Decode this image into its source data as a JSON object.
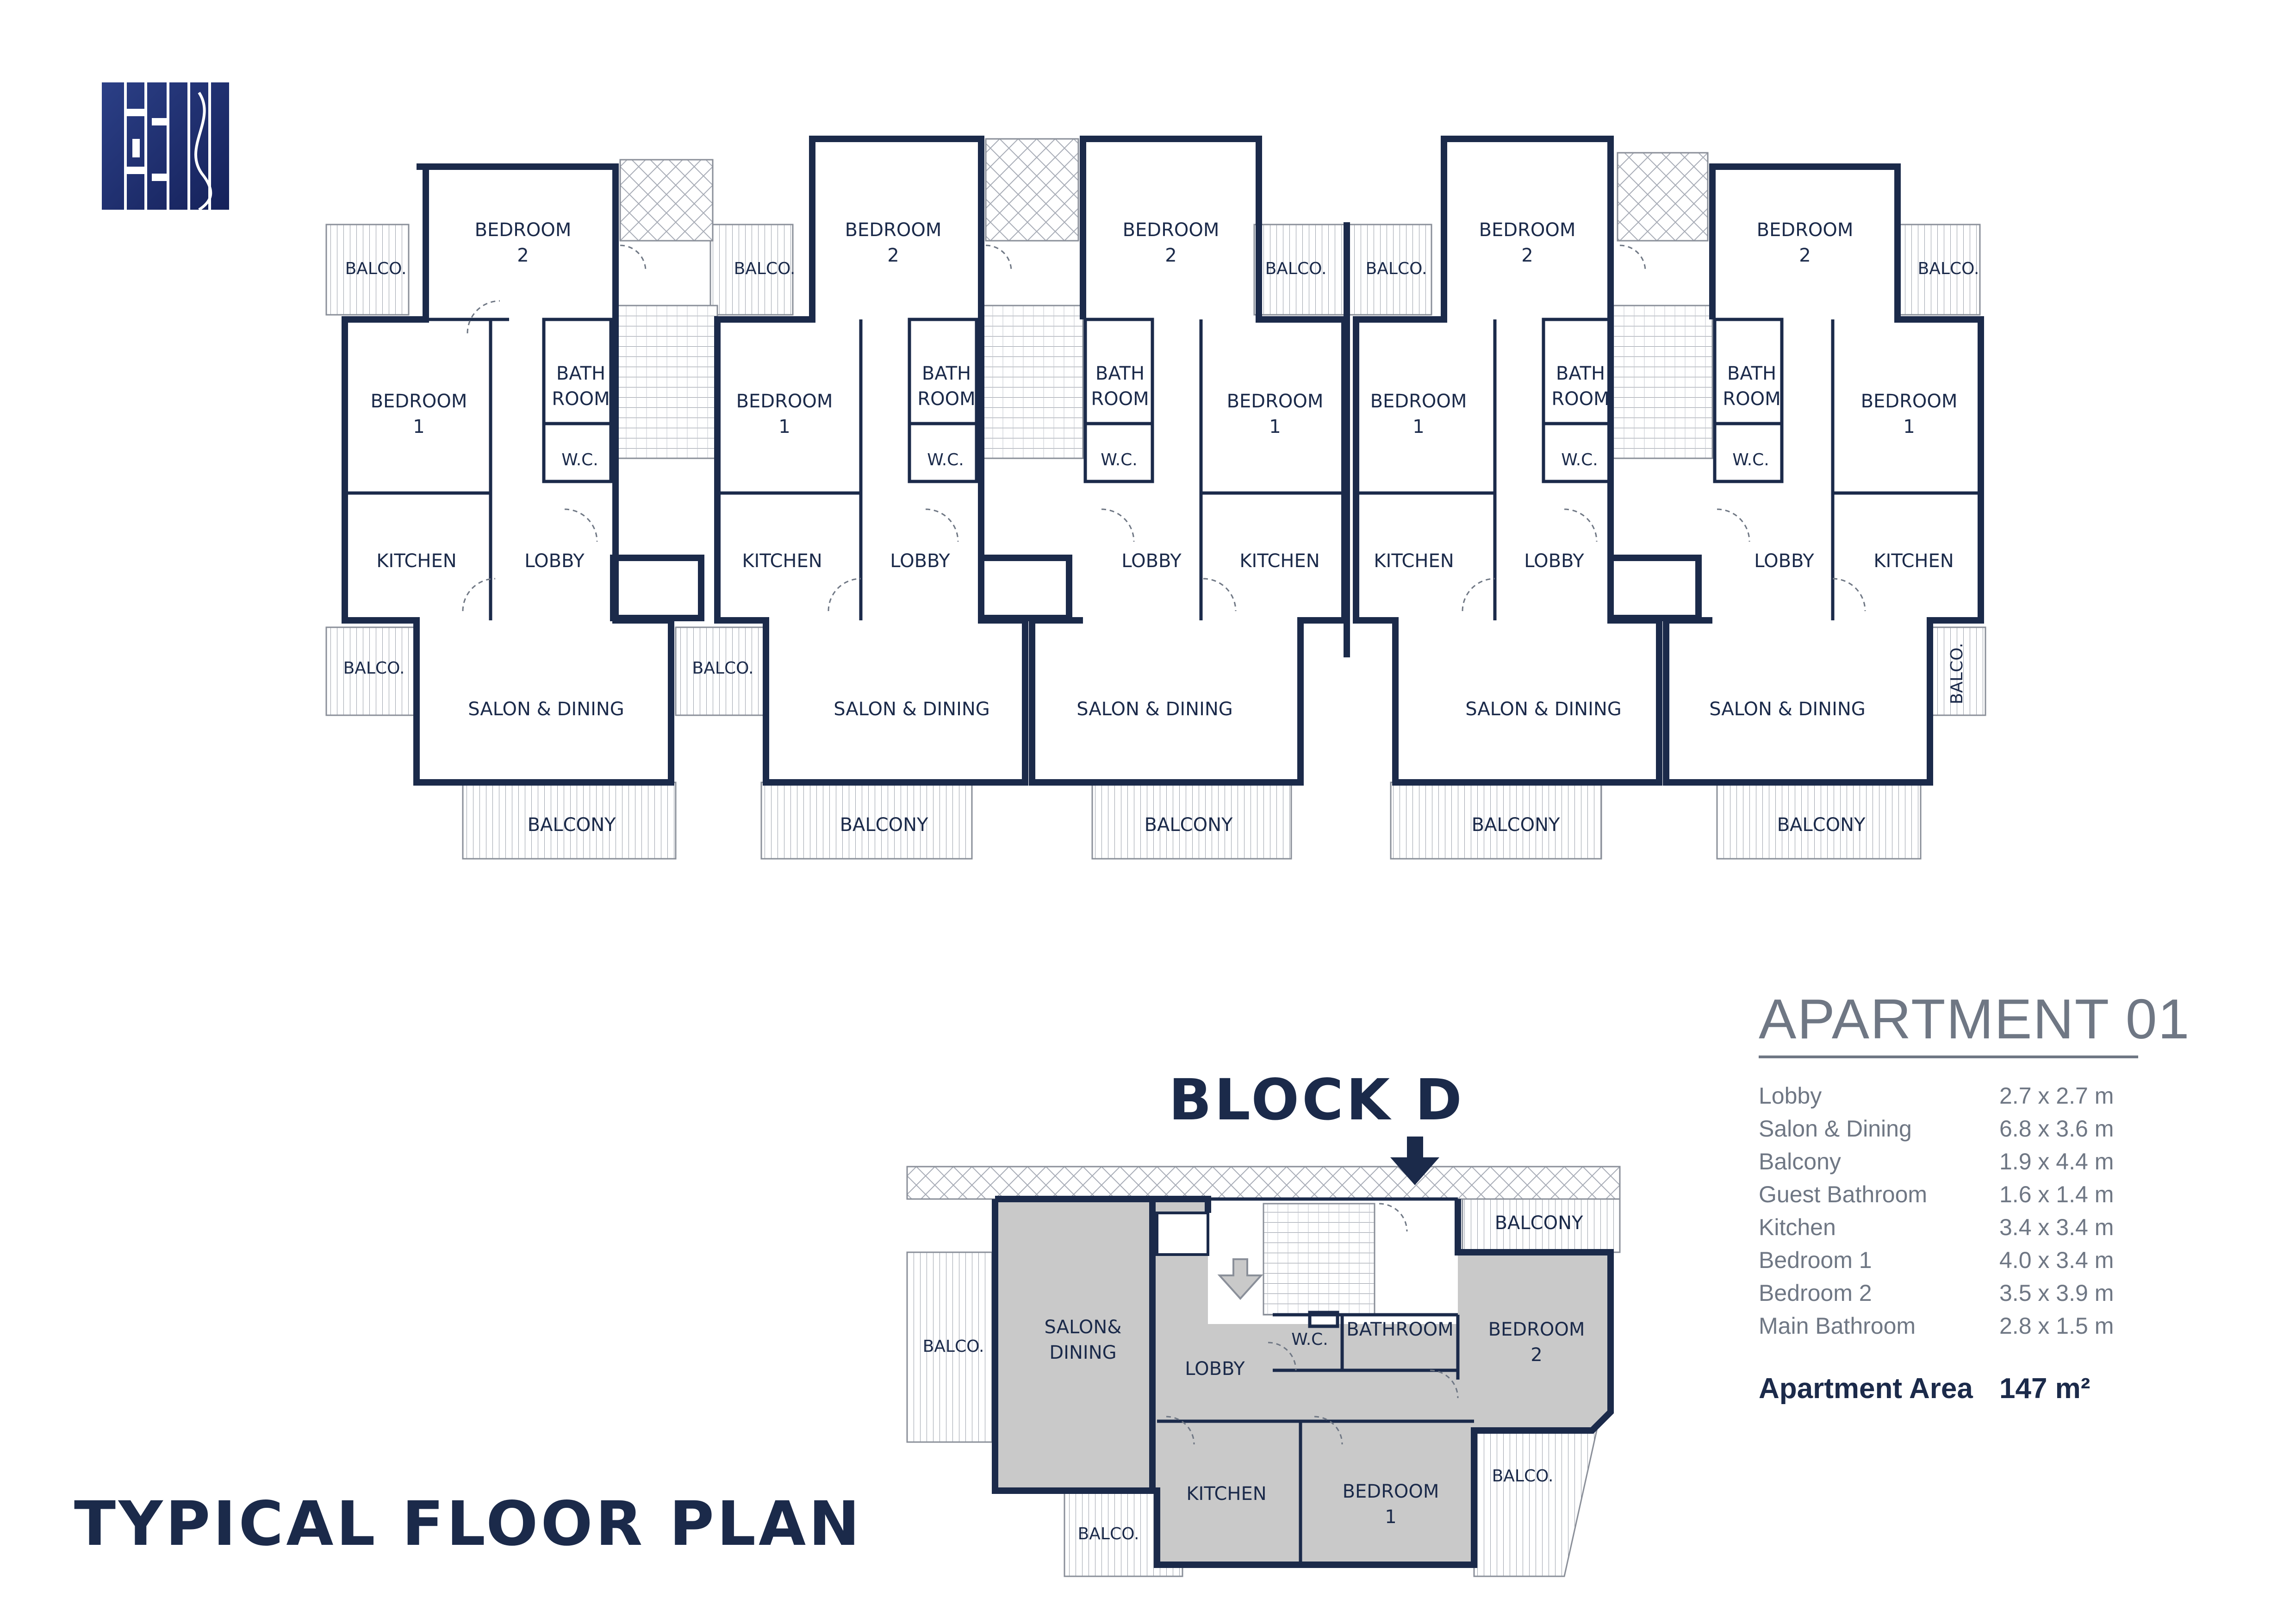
{
  "title": "TYPICAL FLOOR PLAN",
  "block": {
    "title": "BLOCK D",
    "rooms": {
      "salon": "SALON&",
      "salon_2": "DINING",
      "balcony": "BALCONY",
      "balco_left": "BALCO.",
      "balco_bottom": "BALCO.",
      "balco_right": "BALCO.",
      "wc": "W.C.",
      "bathroom": "BATHROOM",
      "bedroom2": "BEDROOM",
      "bedroom2_num": "2",
      "lobby": "LOBBY",
      "kitchen": "KITCHEN",
      "bedroom1": "BEDROOM",
      "bedroom1_num": "1"
    }
  },
  "apartment": {
    "title": "APARTMENT 01",
    "rooms": [
      {
        "name": "Lobby",
        "size": "2.7 x 2.7 m"
      },
      {
        "name": "Salon & Dining",
        "size": "6.8 x 3.6 m"
      },
      {
        "name": "Balcony",
        "size": "1.9 x 4.4 m"
      },
      {
        "name": "Guest Bathroom",
        "size": "1.6 x 1.4 m"
      },
      {
        "name": "Kitchen",
        "size": "3.4 x 3.4 m"
      },
      {
        "name": "Bedroom 1",
        "size": "4.0 x 3.4 m"
      },
      {
        "name": "Bedroom 2",
        "size": "3.5 x 3.9 m"
      },
      {
        "name": "Main Bathroom",
        "size": "2.8 x 1.5 m"
      }
    ],
    "area_label": "Apartment Area",
    "area_value": "147 m²"
  },
  "floor_plan": {
    "bedroom": "BEDROOM",
    "n1": "1",
    "n2": "2",
    "balco": "BALCO.",
    "bath": "BATH",
    "room": "ROOM",
    "wc": "W.C.",
    "kitchen": "KITCHEN",
    "lobby": "LOBBY",
    "salon": "SALON & DINING",
    "balcony": "BALCONY"
  },
  "colors": {
    "navy": "#1b2a4a",
    "gray_text": "#6f7784",
    "apartment_fill": "#c9c9c9"
  },
  "icons": [
    "logo-mark",
    "entrance-arrow-icon",
    "apartment-entrance-arrow-icon"
  ]
}
